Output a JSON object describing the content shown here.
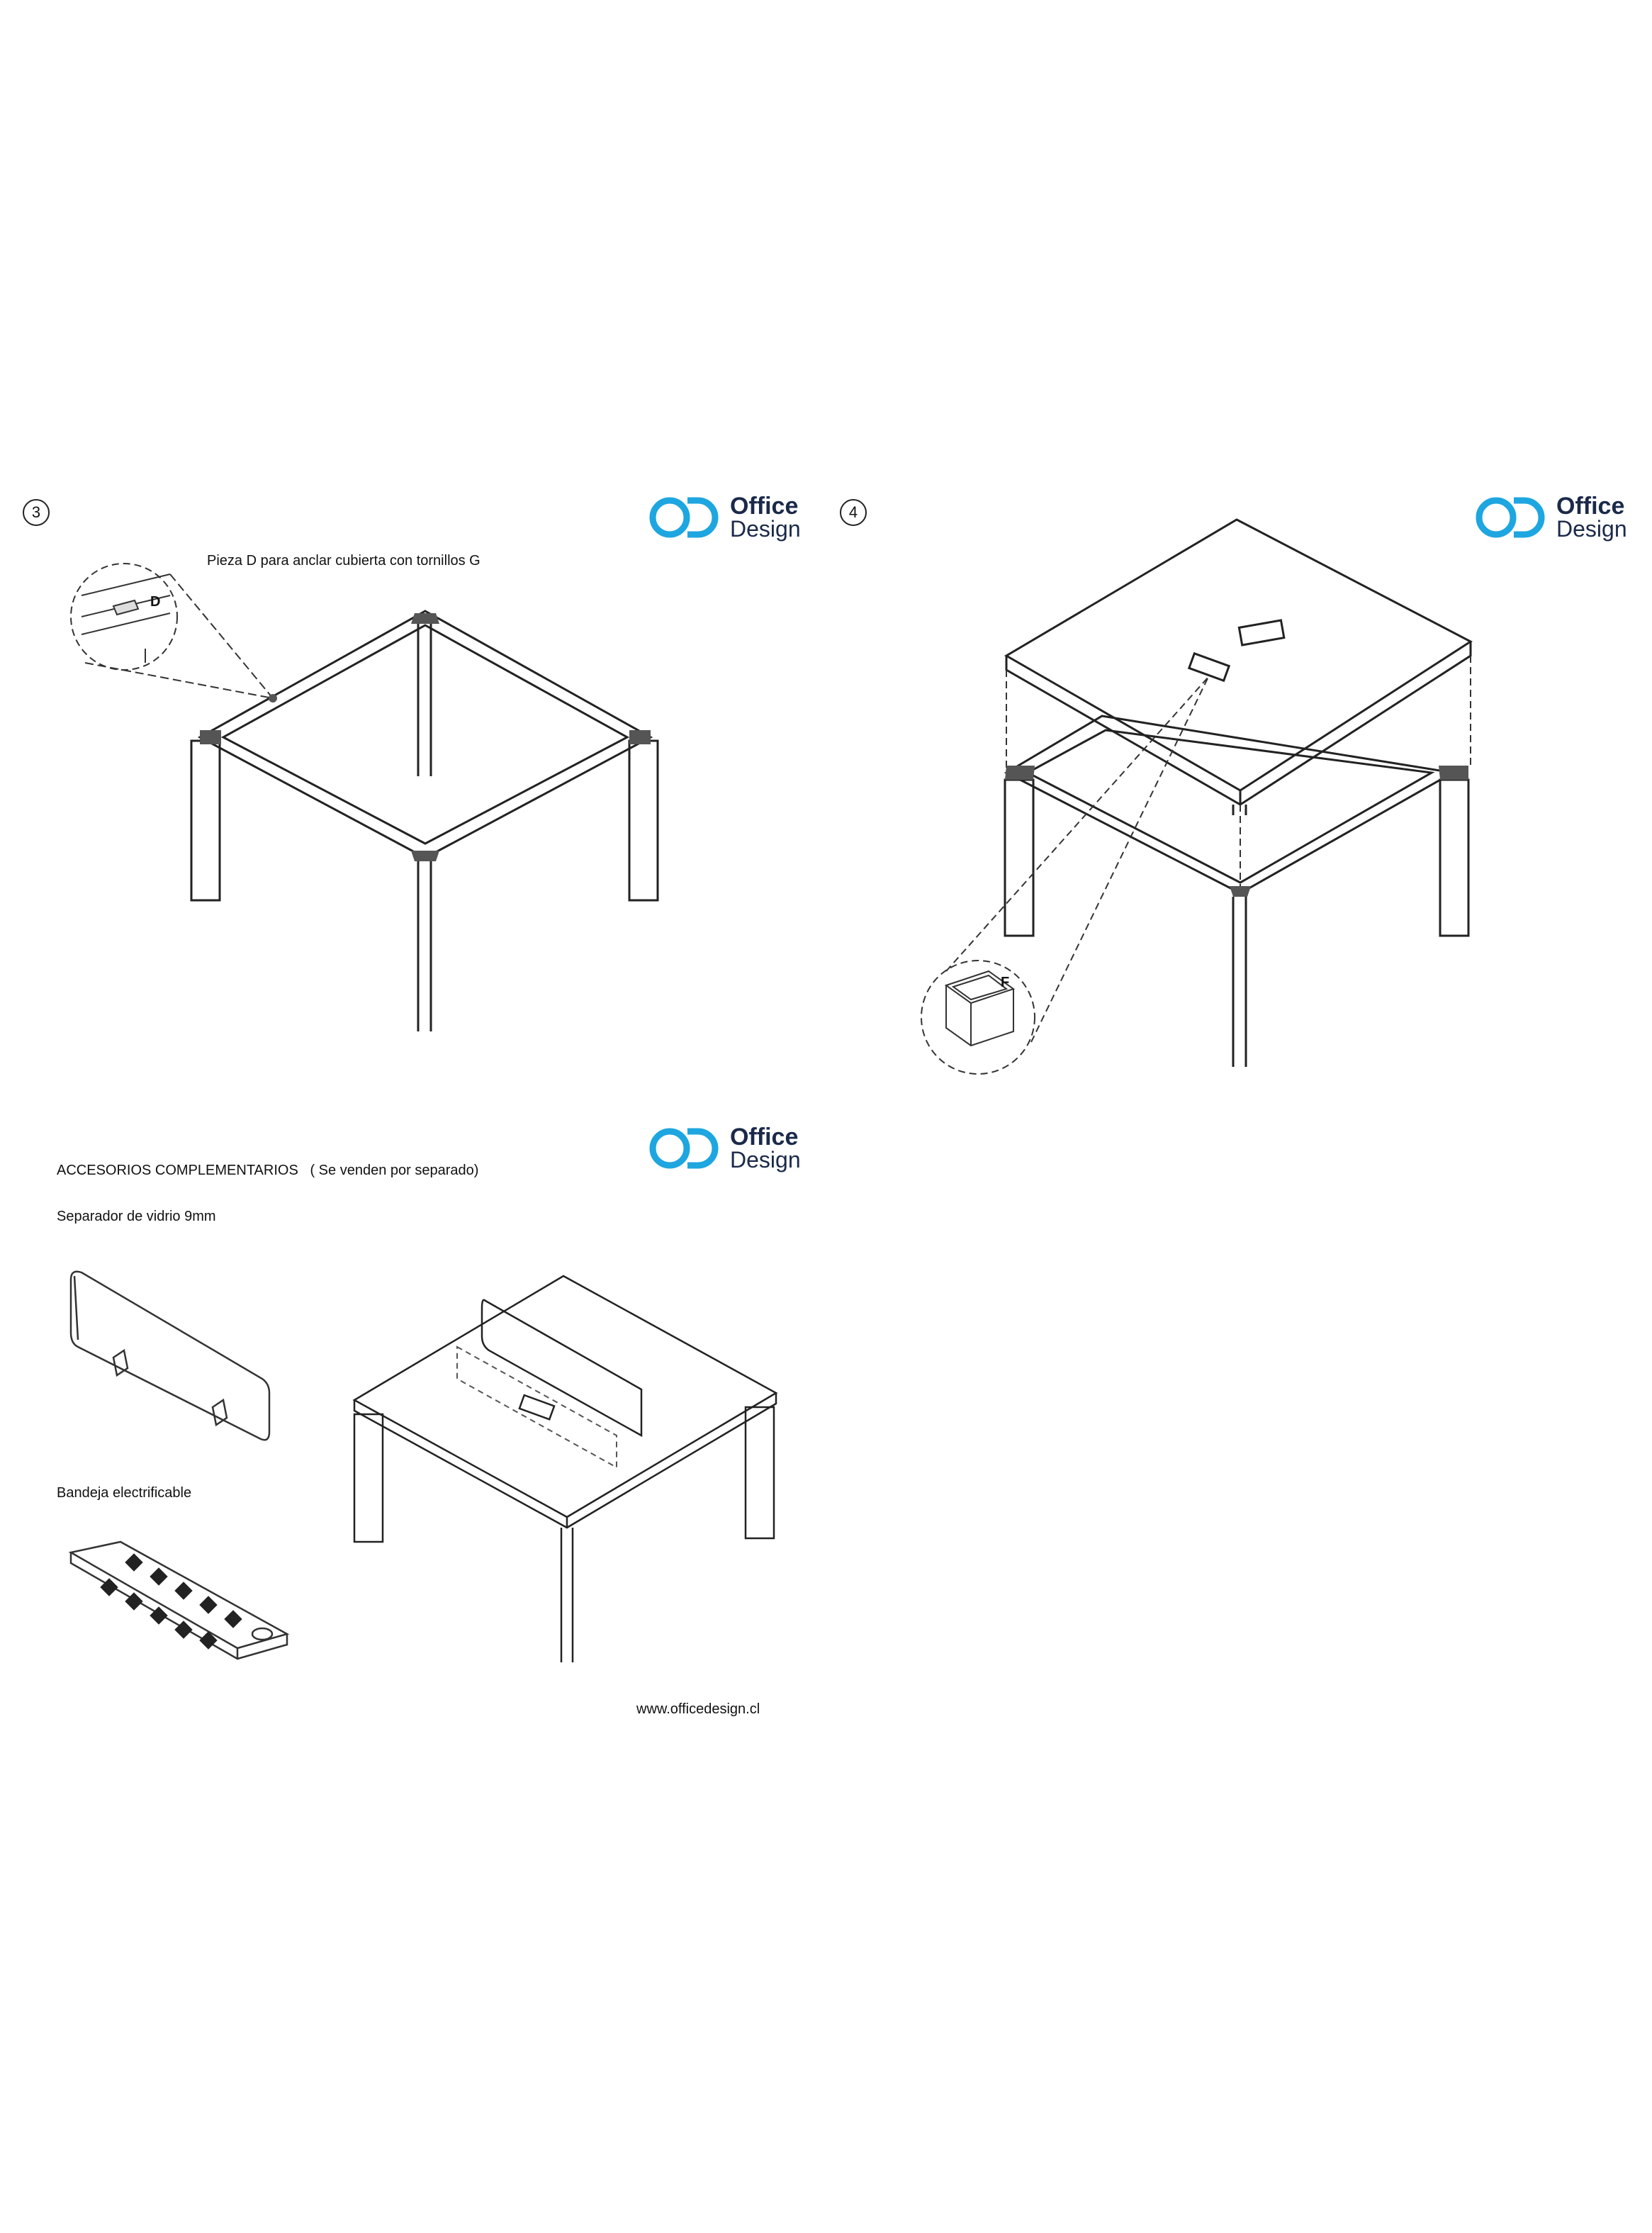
{
  "brand": {
    "name_line1": "Office",
    "name_line2": "Design",
    "accent": "#1ea6e0",
    "text_color": "#1b2a4a"
  },
  "step3": {
    "number": "3",
    "caption": "Pieza D para anclar cubierta con tornillos G",
    "callout_letter": "D"
  },
  "step4": {
    "number": "4",
    "callout_letter": "F"
  },
  "accessories": {
    "heading": "ACCESORIOS COMPLEMENTARIOS   ( Se venden por separado)",
    "glass_separator": "Separador de vidrio 9mm",
    "cable_tray": "Bandeja electrificable"
  },
  "footer": {
    "website": "www.officedesign.cl"
  }
}
